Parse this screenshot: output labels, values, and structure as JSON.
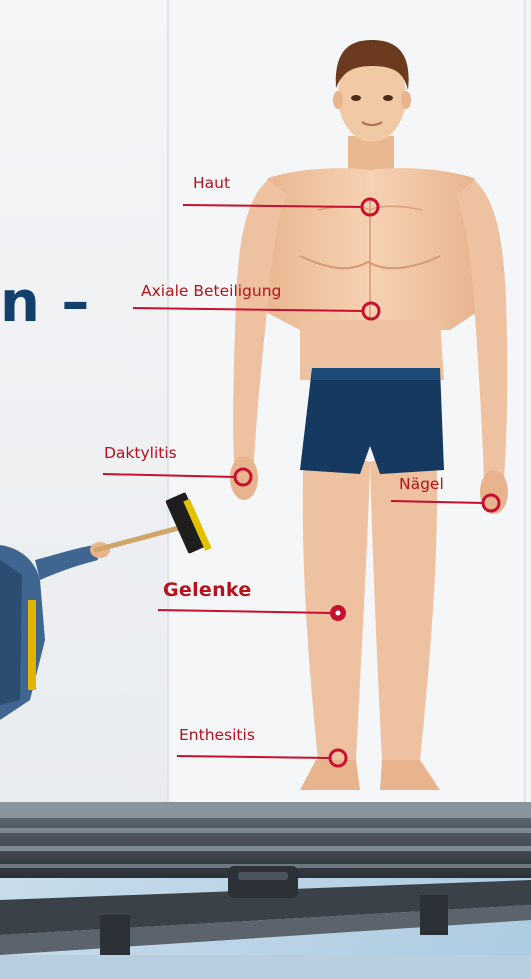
{
  "headline": "n –",
  "labels": {
    "haut": "Haut",
    "axiale": "Axiale Beteiligung",
    "daktylitis": "Daktylitis",
    "naegel": "Nägel",
    "gelenke": "Gelenke",
    "enthesitis": "Enthesitis"
  },
  "colors": {
    "accent_red": "#c8102e",
    "headline_navy": "#123f6b",
    "skin": "#f1c9a5",
    "shorts": "#163a5f"
  },
  "icons": [
    "brush-icon",
    "marker-ring-icon",
    "marker-dot-icon"
  ]
}
